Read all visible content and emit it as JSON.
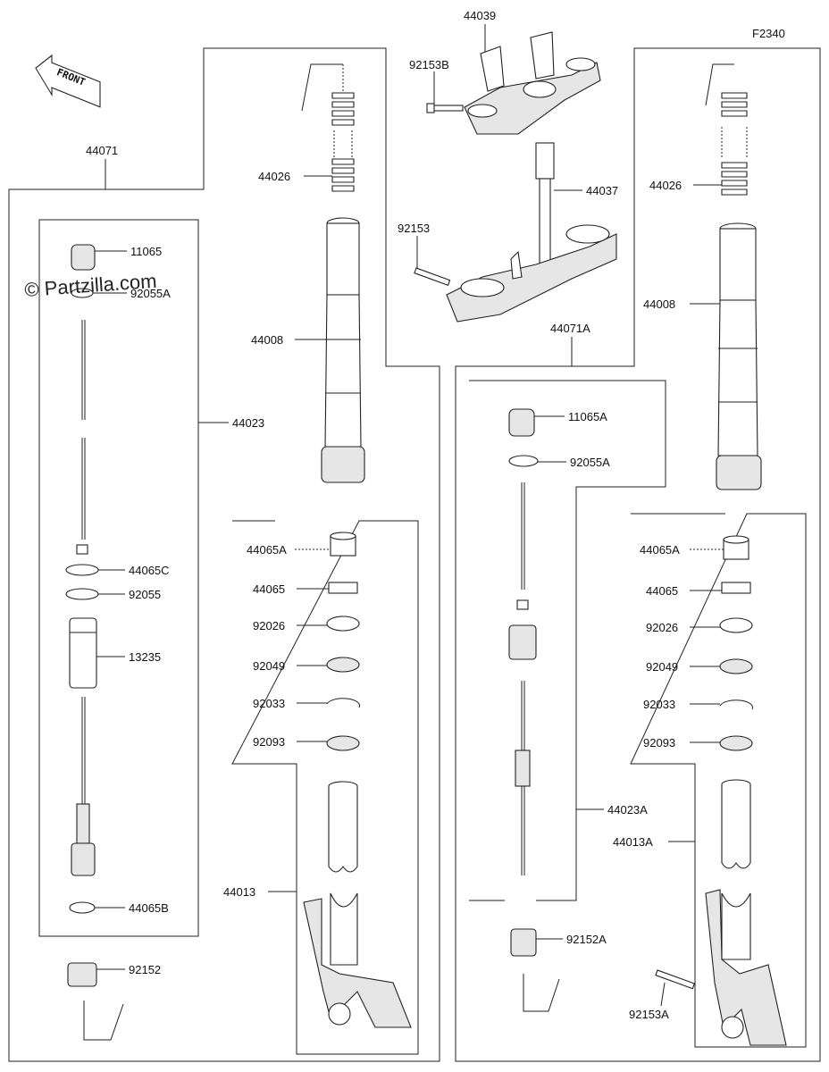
{
  "diagram_code": "F2340",
  "watermark": "© Partzilla.com",
  "front_marker": "FRONT",
  "labels": {
    "44039": "44039",
    "92153B": "92153B",
    "44037": "44037",
    "92153": "92153",
    "44071": "44071",
    "44071A": "44071A",
    "11065": "11065",
    "92055A": "92055A",
    "44023": "44023",
    "44065C": "44065C",
    "92055": "92055",
    "13235": "13235",
    "44065B": "44065B",
    "92152": "92152",
    "L44026": "44026",
    "L44008": "44008",
    "L44065A": "44065A",
    "L44065": "44065",
    "L92026": "92026",
    "L92049": "92049",
    "L92033": "92033",
    "L92093": "92093",
    "44013": "44013",
    "11065A": "11065A",
    "92055A_r": "92055A",
    "44023A": "44023A",
    "92152A": "92152A",
    "R44026": "44026",
    "R44008": "44008",
    "R44065A": "44065A",
    "R44065": "44065",
    "R92026": "92026",
    "R92049": "92049",
    "R92033": "92033",
    "R92093": "92093",
    "44013A": "44013A",
    "92153A": "92153A"
  }
}
